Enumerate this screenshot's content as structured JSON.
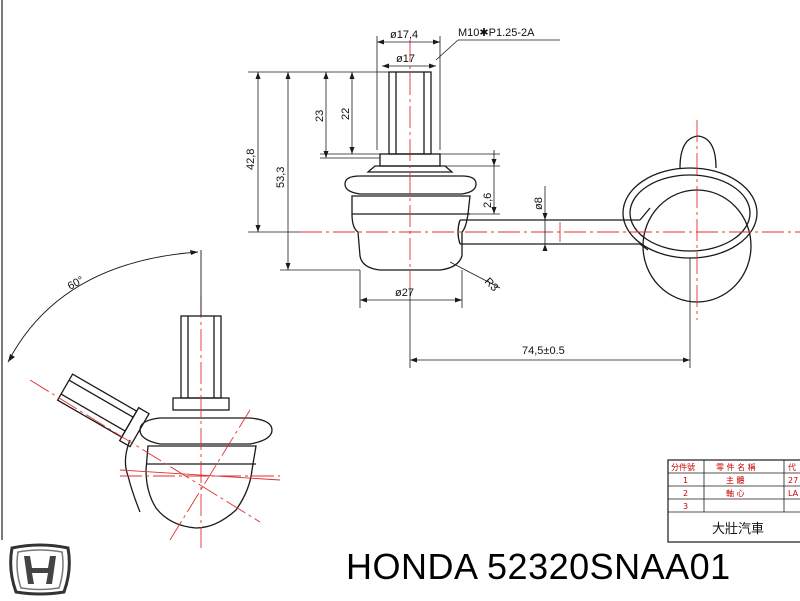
{
  "dimensions": {
    "d_17_4": "ø17,4",
    "thread": "M10✱P1.25-2A",
    "d_17": "ø17",
    "h_23": "23",
    "h_22": "22",
    "h_42_8": "42,8",
    "h_53_3": "53,3",
    "h_2_6": "2,6",
    "d_8": "ø8",
    "d_27": "ø27",
    "r_3": "R3",
    "len_74_5": "74,5±0.5",
    "angle_60": "60°"
  },
  "table": {
    "headers": [
      "分件號",
      "零 件 名 稱",
      "代"
    ],
    "rows": [
      [
        "1",
        "主    體",
        "27"
      ],
      [
        "2",
        "軸    心",
        "LA"
      ],
      [
        "3",
        "",
        ""
      ]
    ],
    "company": "大壯汽車"
  },
  "footer": {
    "brand_label": "HONDA 52320SNAA01",
    "logo": "honda-logo"
  },
  "colors": {
    "line": "#1a1a1a",
    "centerline": "#e03030",
    "table_text": "#cc0000"
  }
}
